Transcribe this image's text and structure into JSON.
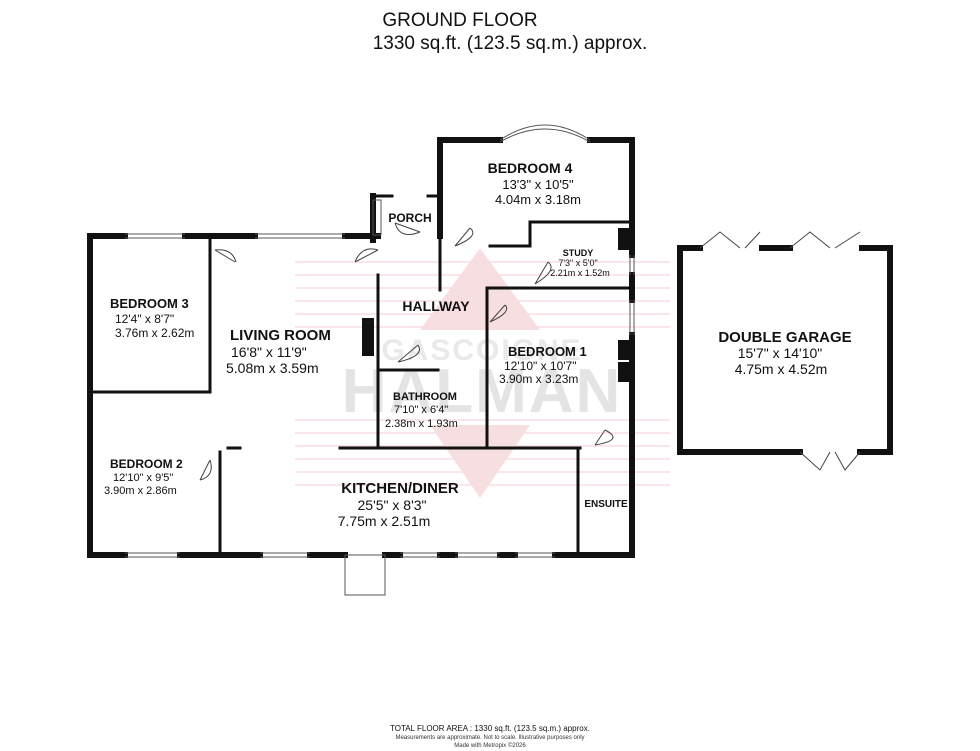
{
  "plan": {
    "title": "GROUND FLOOR",
    "area": "1330 sq.ft. (123.5 sq.m.) approx."
  },
  "rooms": [
    {
      "name": "BEDROOM 4",
      "imperial": "13'3\"  x 10'5\"",
      "metric": "4.04m  x 3.18m"
    },
    {
      "name": "PORCH"
    },
    {
      "name": "STUDY",
      "imperial": "7'3\" x 5'0\"",
      "metric": "2.21m  x 1.52m"
    },
    {
      "name": "HALLWAY"
    },
    {
      "name": "BEDROOM 3",
      "imperial": "12'4\"  x 8'7\"",
      "metric": "3.76m  x 2.62m"
    },
    {
      "name": "LIVING ROOM",
      "imperial": "16'8\"  x 11'9\"",
      "metric": "5.08m  x 3.59m"
    },
    {
      "name": "BEDROOM 1",
      "imperial": "12'10\"  x 10'7\"",
      "metric": "3.90m  x 3.23m"
    },
    {
      "name": "BATHROOM",
      "imperial": "7'10\"  x 6'4\"",
      "metric": "2.38m  x 1.93m"
    },
    {
      "name": "BEDROOM 2",
      "imperial": "12'10\"  x 9'5\"",
      "metric": "3.90m  x 2.86m"
    },
    {
      "name": "KITCHEN/DINER",
      "imperial": "25'5\"  x 8'3\"",
      "metric": "7.75m  x 2.51m"
    },
    {
      "name": "ENSUITE"
    },
    {
      "name": "DOUBLE GARAGE",
      "imperial": "15'7\"  x 14'10\"",
      "metric": "4.75m  x 4.52m"
    }
  ],
  "watermark": {
    "line1": "GASCOIGNE",
    "line2": "HALMAN",
    "color": "#e8a0a8"
  },
  "footer": {
    "total": "TOTAL FLOOR AREA : 1330 sq.ft. (123.5 sq.m.) approx.",
    "disclaimer": "Measurements are approximate.  Not to scale.  Illustrative purposes only",
    "credit": "Made with Metropix ©2026"
  },
  "colors": {
    "wall": "#111111",
    "watermark": "#e8a0a8",
    "text": "#111111"
  }
}
